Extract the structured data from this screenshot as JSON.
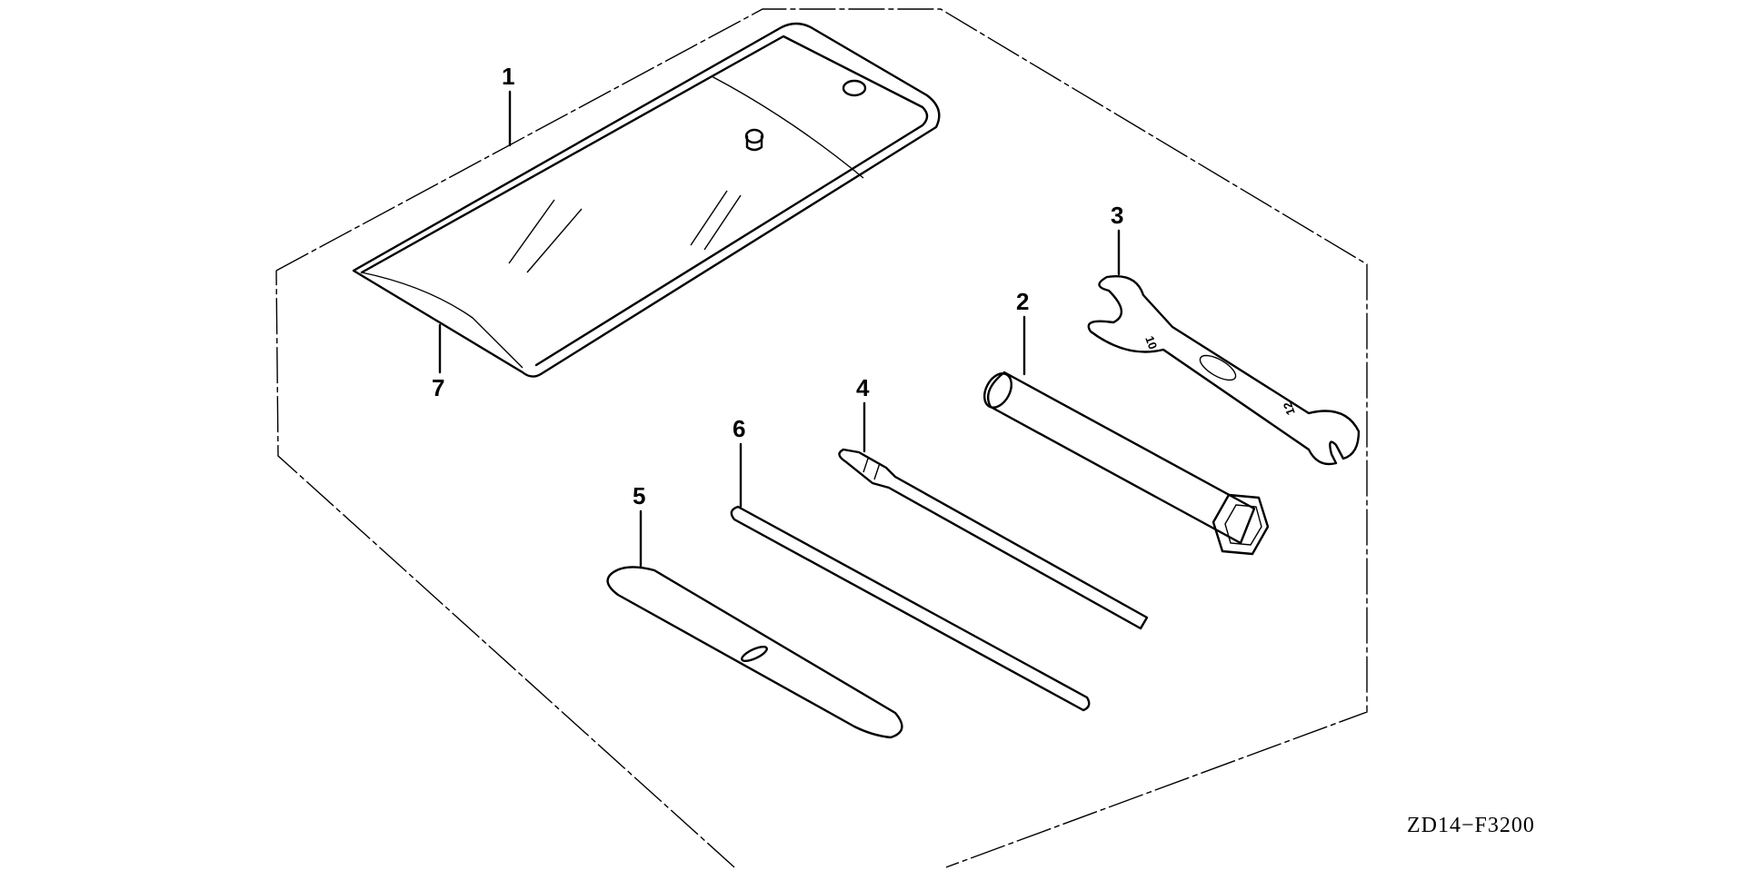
{
  "diagram": {
    "code": "ZD14−F3200",
    "callouts": [
      {
        "id": "1",
        "part": "tool-bag"
      },
      {
        "id": "2",
        "part": "spark-plug-wrench"
      },
      {
        "id": "3",
        "part": "open-end-wrench"
      },
      {
        "id": "4",
        "part": "screwdriver"
      },
      {
        "id": "5",
        "part": "screwdriver-grip"
      },
      {
        "id": "6",
        "part": "handle-bar"
      },
      {
        "id": "7",
        "part": "tool-bag-lining"
      }
    ],
    "wrench_sizes": [
      "10",
      "12"
    ]
  }
}
